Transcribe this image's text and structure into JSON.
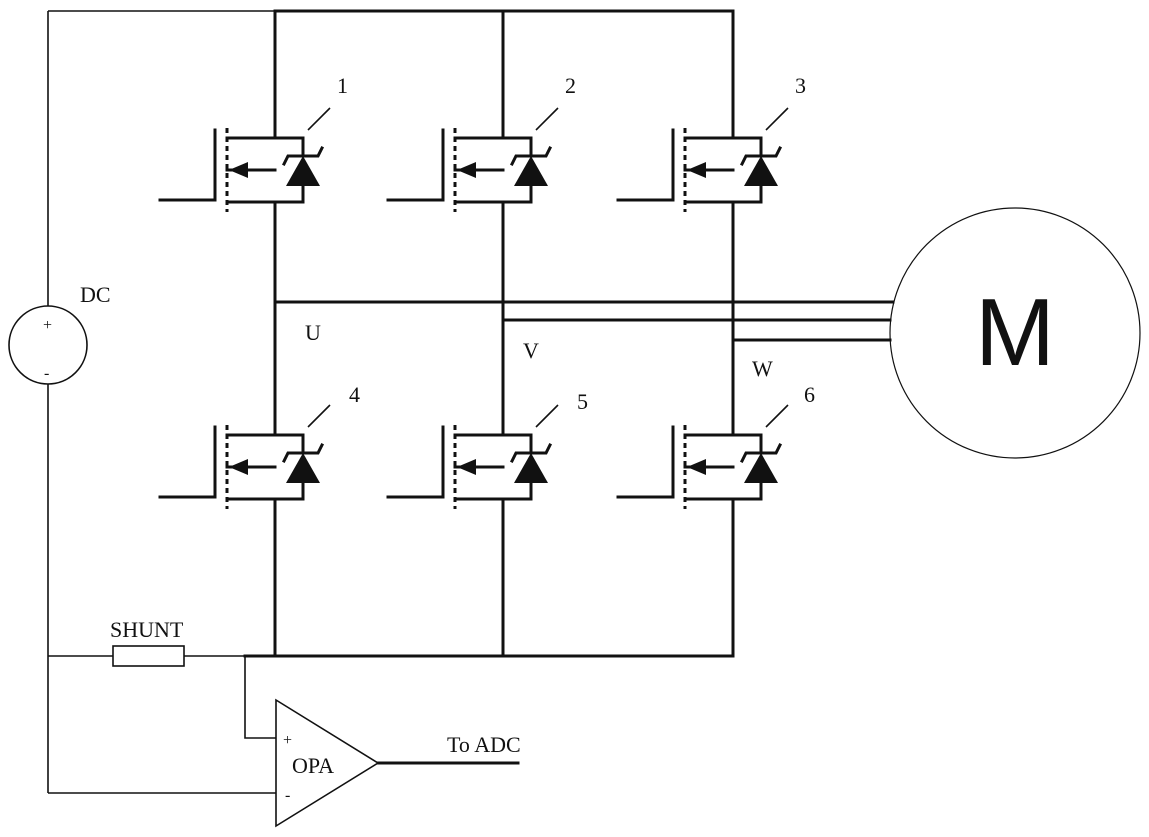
{
  "source": {
    "label": "DC",
    "plus": "+",
    "minus": "-"
  },
  "phases": {
    "u": "U",
    "v": "V",
    "w": "W"
  },
  "switches": [
    "1",
    "2",
    "3",
    "4",
    "5",
    "6"
  ],
  "motor": {
    "label": "M"
  },
  "shunt": {
    "label": "SHUNT"
  },
  "opamp": {
    "label": "OPA",
    "plus": "+",
    "minus": "-"
  },
  "output": {
    "label": "To ADC"
  }
}
